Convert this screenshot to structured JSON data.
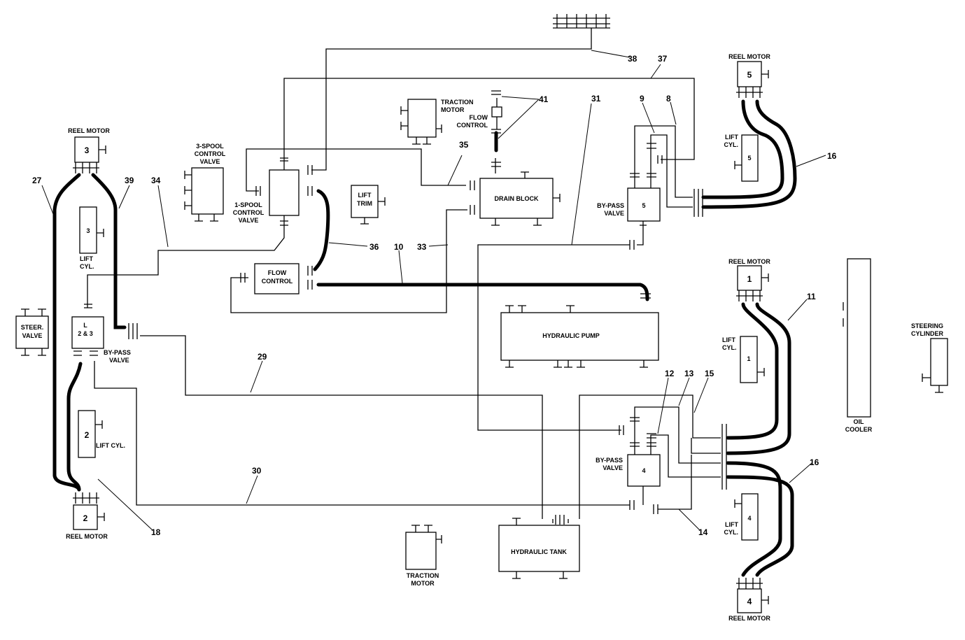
{
  "components": {
    "reel_motor_label": "REEL MOTOR",
    "reel_motor_3": "3",
    "reel_motor_5": "5",
    "reel_motor_1": "1",
    "reel_motor_2": "2",
    "reel_motor_4": "4",
    "lift_cyl_3": "3",
    "lift_cyl_5": "5",
    "lift_cyl_1": "1",
    "lift_cyl_2": "2",
    "lift_cyl_4": "4",
    "lift_label": "LIFT",
    "cyl_label": "CYL.",
    "lift_cyl_label": "LIFT CYL.",
    "steer_valve_line1": "STEER.",
    "steer_valve_line2": "VALVE",
    "three_spool_line1": "3-SPOOL",
    "three_spool_line2": "CONTROL",
    "three_spool_line3": "VALVE",
    "one_spool_line1": "1-SPOOL",
    "one_spool_line2": "CONTROL",
    "one_spool_line3": "VALVE",
    "flow_control_line1": "FLOW",
    "flow_control_line2": "CONTROL",
    "flow_control_small": "FLOW",
    "control_small": "CONTROL",
    "traction_motor_line1": "TRACTION",
    "traction_motor_line2": "MOTOR",
    "lift_trim_line1": "LIFT",
    "lift_trim_line2": "TRIM",
    "drain_block": "DRAIN BLOCK",
    "bypass_label": "BY-PASS",
    "valve_label": "VALVE",
    "bypass_5": "5",
    "bypass_4": "4",
    "bypass_l23_line1": "L",
    "bypass_l23_line2": "2 & 3",
    "hydraulic_pump": "HYDRAULIC PUMP",
    "hydraulic_tank": "HYDRAULIC TANK",
    "oil_cooler_line1": "OIL",
    "oil_cooler_line2": "COOLER",
    "steering_cyl_line1": "STEERING",
    "steering_cyl_line2": "CYLINDER"
  },
  "callouts": [
    "38",
    "37",
    "41",
    "31",
    "9",
    "8",
    "16",
    "35",
    "27",
    "39",
    "34",
    "36",
    "10",
    "33",
    "11",
    "29",
    "12",
    "13",
    "15",
    "30",
    "18",
    "14",
    "16"
  ]
}
